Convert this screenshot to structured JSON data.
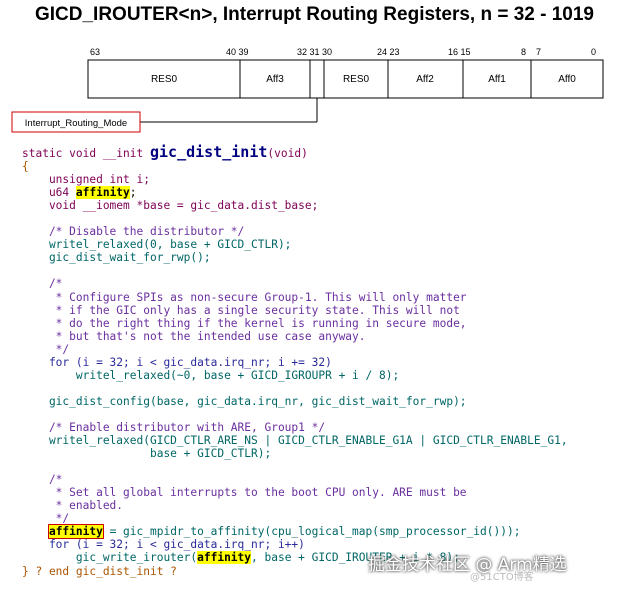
{
  "title": "GICD_IROUTER<n>, Interrupt Routing Registers, n = 32 - 1019",
  "register": {
    "bit_labels": [
      "63",
      "40 39",
      "32 31 30",
      "24 23",
      "16 15",
      "8",
      "7",
      "0"
    ],
    "fields": [
      "RES0",
      "Aff3",
      "RES0",
      "Aff2",
      "Aff1",
      "Aff0"
    ],
    "callout": "Interrupt_Routing_Mode"
  },
  "code": {
    "l1_a": "static void __init ",
    "l1_fn": "gic_dist_init",
    "l1_b": "(void)",
    "l2": "{",
    "l3": "    unsigned int i;",
    "l4_a": "    u64 ",
    "l4_hl": "affinity",
    "l4_b": ";",
    "l5": "    void __iomem *base = gic_data.dist_base;",
    "l7": "    /* Disable the distributor */",
    "l8": "    writel_relaxed(0, base + GICD_CTLR);",
    "l9": "    gic_dist_wait_for_rwp();",
    "l11": "    /*",
    "l12": "     * Configure SPIs as non-secure Group-1. This will only matter",
    "l13": "     * if the GIC only has a single security state. This will not",
    "l14": "     * do the right thing if the kernel is running in secure mode,",
    "l15": "     * but that's not the intended use case anyway.",
    "l16": "     */",
    "l17": "    for (i = 32; i < gic_data.irq_nr; i += 32)",
    "l18": "        writel_relaxed(~0, base + GICD_IGROUPR + i / 8);",
    "l20": "    gic_dist_config(base, gic_data.irq_nr, gic_dist_wait_for_rwp);",
    "l22": "    /* Enable distributor with ARE, Group1 */",
    "l23": "    writel_relaxed(GICD_CTLR_ARE_NS | GICD_CTLR_ENABLE_G1A | GICD_CTLR_ENABLE_G1,",
    "l24": "                   base + GICD_CTLR);",
    "l26": "    /*",
    "l27": "     * Set all global interrupts to the boot CPU only. ARE must be",
    "l28": "     * enabled.",
    "l29": "     */",
    "l30_hl": "affinity",
    "l30_b": " = gic_mpidr_to_affinity(cpu_logical_map(smp_processor_id()));",
    "l31": "    for (i = 32; i < gic_data.irq_nr; i++)",
    "l32_a": "        gic_write_irouter(",
    "l32_hl": "affinity",
    "l32_b": ", base + GICD_IROUTER + i * 8);",
    "l33": "} ? end gic_dist_init ?"
  },
  "watermark": "掘金技术社区 @ Arm精选",
  "watermark2": "@51CTO博客"
}
